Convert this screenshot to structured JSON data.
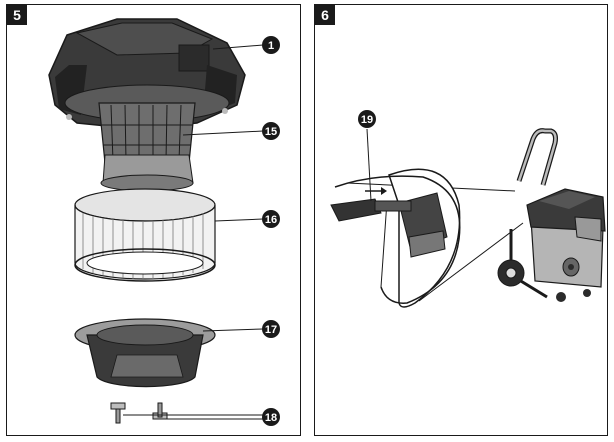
{
  "panels": [
    {
      "step": "5",
      "callouts": [
        {
          "label": "1",
          "target": "filter-housing-cover"
        },
        {
          "label": "15",
          "target": "filter-cage"
        },
        {
          "label": "16",
          "target": "pleated-filter"
        },
        {
          "label": "17",
          "target": "filter-retainer"
        },
        {
          "label": "18",
          "target": "screws"
        }
      ]
    },
    {
      "step": "6",
      "callouts": [
        {
          "label": "19",
          "target": "filter-cleaning-slider"
        }
      ]
    }
  ],
  "colors": {
    "badge": "#1a1a1a",
    "line": "#1a1a1a",
    "dark_part": "#2b2b2b",
    "mid_part": "#8c8c8c",
    "light_part": "#d6d6d6"
  }
}
